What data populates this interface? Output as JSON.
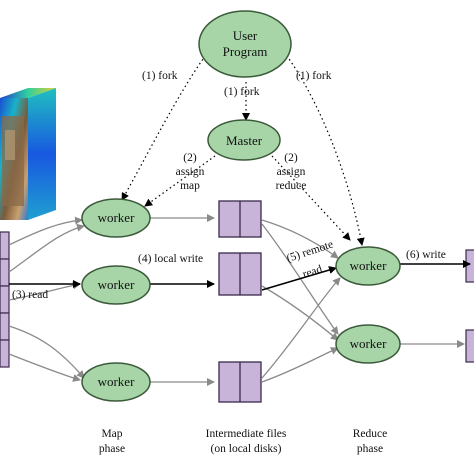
{
  "nodes": {
    "user_program": [
      "User",
      "Program"
    ],
    "master": "Master",
    "worker": "worker"
  },
  "labels": {
    "fork_left": "(1) fork",
    "fork_mid": "(1) fork",
    "fork_right": "(1) fork",
    "assign_map": [
      "(2)",
      "assign",
      "map"
    ],
    "assign_reduce": [
      "(2)",
      "assign",
      "reduce"
    ],
    "read": "(3) read",
    "local_write": "(4) local write",
    "remote_read": [
      "(5) remote",
      "read"
    ],
    "write": "(6) write"
  },
  "captions": {
    "map_phase": [
      "Map",
      "phase"
    ],
    "intermediate": [
      "Intermediate files",
      "(on local disks)"
    ],
    "reduce_phase": [
      "Reduce",
      "phase"
    ]
  },
  "colors": {
    "node_fill": "#a8d5a8",
    "node_stroke": "#3a5a3a",
    "file_fill": "#c8b4d8",
    "file_stroke": "#3a2a4a",
    "arrow_gray": "#8a8a8a",
    "arrow_black": "#000000"
  }
}
